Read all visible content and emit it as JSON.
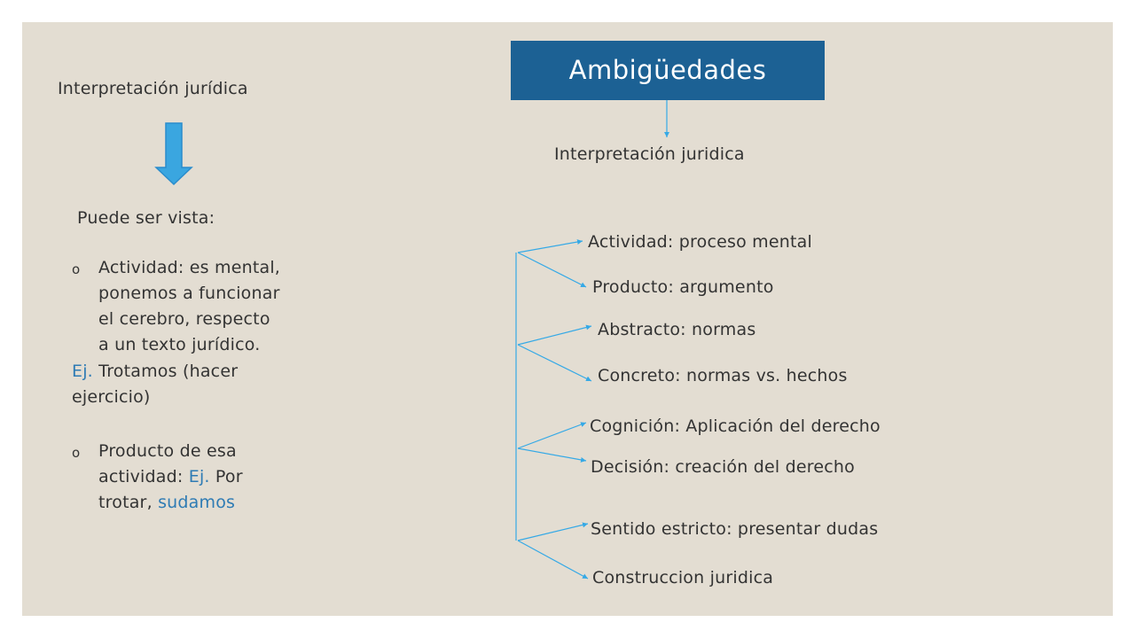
{
  "left": {
    "heading": "Interpretación jurídica",
    "intro": "Puede ser vista:",
    "bullet_glyph": "o",
    "item1": {
      "lines": [
        "Actividad: es mental,",
        "ponemos a funcionar",
        "el cerebro, respecto",
        "a un texto jurídico."
      ],
      "example_label": "Ej.",
      "example_text": " Trotamos (hacer",
      "example_cont": "ejercicio)"
    },
    "item2": {
      "line1": "Producto de esa",
      "line2_a": "actividad: ",
      "line2_ej": "Ej.",
      "line2_b": " Por",
      "line3_a": "trotar, ",
      "line3_accent": "sudamos"
    }
  },
  "right": {
    "title": "Ambigüedades",
    "subtitle": "Interpretación juridica",
    "branches": [
      "Actividad: proceso mental",
      "Producto: argumento",
      "Abstracto: normas",
      "Concreto: normas vs. hechos",
      "Cognición: Aplicación del derecho",
      "Decisión: creación del derecho",
      "Sentido estricto: presentar dudas",
      "Construccion juridica"
    ]
  },
  "colors": {
    "background": "#e3ddd2",
    "title_box": "#1c6194",
    "accent_text": "#2e7bb4",
    "arrow_fill": "#3aa6e0",
    "connector": "#35a9e6"
  }
}
